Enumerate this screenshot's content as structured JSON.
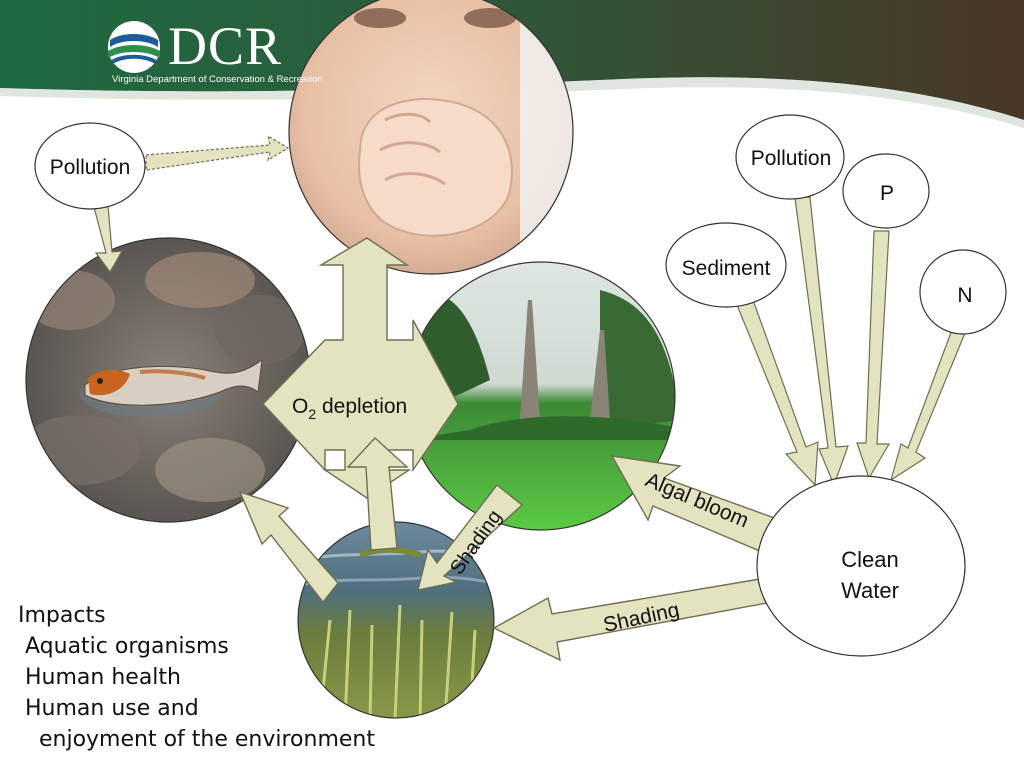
{
  "logo": {
    "name": "DCR",
    "subtitle": "Virginia Department of Conservation & Recreation"
  },
  "nodes": {
    "pollution_left": "Pollution",
    "pollution_right": "Pollution",
    "p": "P",
    "sediment": "Sediment",
    "n": "N",
    "clean_water_line1": "Clean",
    "clean_water_line2": "Water"
  },
  "labels": {
    "o2_prefix": "O",
    "o2_subscript": "2",
    "o2_suffix": " depletion",
    "algal_bloom": "Algal bloom",
    "shading_bottom": "Shading",
    "shading_center": "Shading"
  },
  "impacts": {
    "title": "Impacts",
    "items": [
      "Aquatic organisms",
      "Human health",
      "Human use and",
      "  enjoyment of the environment"
    ]
  },
  "colors": {
    "arrow_fill": "#e4e3c0",
    "arrow_stroke": "#6f6e52",
    "header_green": "#1e5c3a",
    "header_brown": "#4a3a2a",
    "bloom_green": "#4dbb3d"
  }
}
